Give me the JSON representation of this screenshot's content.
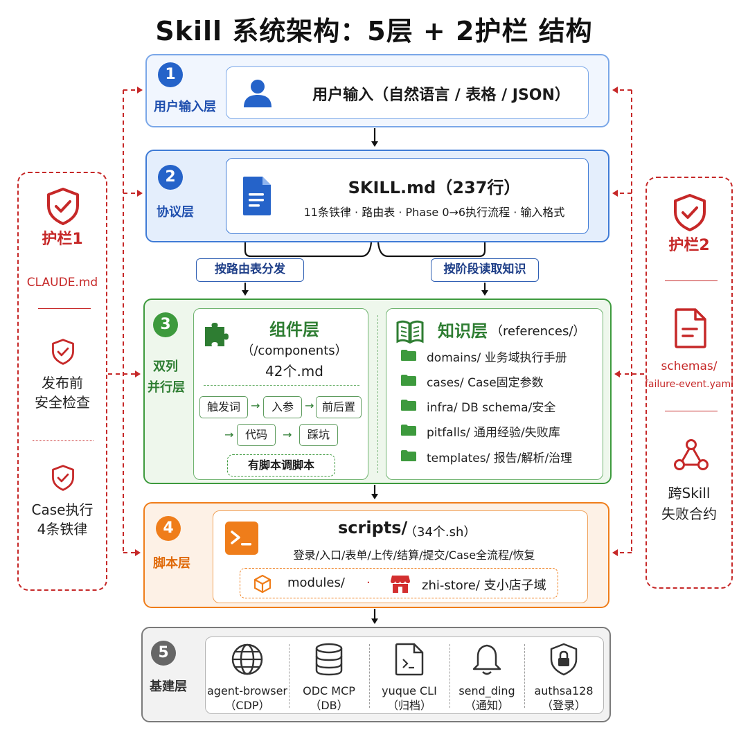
{
  "title": "Skill 系统架构：5层 + 2护栏 结构",
  "layer1": {
    "num": "1",
    "name": "用户输入层",
    "text": "用户输入（自然语言 / 表格 / JSON）"
  },
  "layer2": {
    "num": "2",
    "name": "协议层",
    "title": "SKILL.md（237行）",
    "subtitle": "11条铁律 · 路由表 · Phase 0→6执行流程 · 输入格式"
  },
  "branches": {
    "left": "按路由表分发",
    "right": "按阶段读取知识"
  },
  "layer3": {
    "num": "3",
    "name_line1": "双列",
    "name_line2": "并行层",
    "components": {
      "title": "组件层",
      "path": "（/components）",
      "count": "42个.md",
      "flow": [
        "触发词",
        "入参",
        "前后置",
        "代码",
        "踩坑"
      ],
      "note": "有脚本调脚本"
    },
    "knowledge": {
      "title": "知识层",
      "path": "（references/）",
      "items": [
        "domains/ 业务域执行手册",
        "cases/ Case固定参数",
        "infra/ DB schema/安全",
        "pitfalls/ 通用经验/失败库",
        "templates/ 报告/解析/治理"
      ]
    }
  },
  "layer4": {
    "num": "4",
    "name": "脚本层",
    "title": "scripts/",
    "count": "（34个.sh）",
    "subtitle": "登录/入口/表单/上传/结算/提交/Case全流程/恢复",
    "modules": "modules/",
    "dot": "·",
    "store": "zhi-store/ 支小店子域"
  },
  "layer5": {
    "num": "5",
    "name": "基建层",
    "items": [
      {
        "name": "agent-browser",
        "sub": "（CDP）",
        "icon": "globe-icon"
      },
      {
        "name": "ODC MCP",
        "sub": "（DB）",
        "icon": "database-icon"
      },
      {
        "name": "yuque CLI",
        "sub": "（归档）",
        "icon": "document-icon"
      },
      {
        "name": "send_ding",
        "sub": "（通知）",
        "icon": "bell-icon"
      },
      {
        "name": "authsa128",
        "sub": "（登录）",
        "icon": "lock-shield-icon"
      }
    ]
  },
  "guard1": {
    "title": "护栏1",
    "file": "CLAUDE.md",
    "item1_line1": "发布前",
    "item1_line2": "安全检查",
    "item2_line1": "Case执行",
    "item2_line2": "4条铁律"
  },
  "guard2": {
    "title": "护栏2",
    "file_line1": "schemas/",
    "file_line2": "failure-event.yaml",
    "item_line1": "跨Skill",
    "item_line2": "失败合约"
  },
  "colors": {
    "blue": "#2563c9",
    "green": "#3d9a3d",
    "orange": "#ef7d1a",
    "gray": "#6b6b6b",
    "red": "#c62828"
  }
}
